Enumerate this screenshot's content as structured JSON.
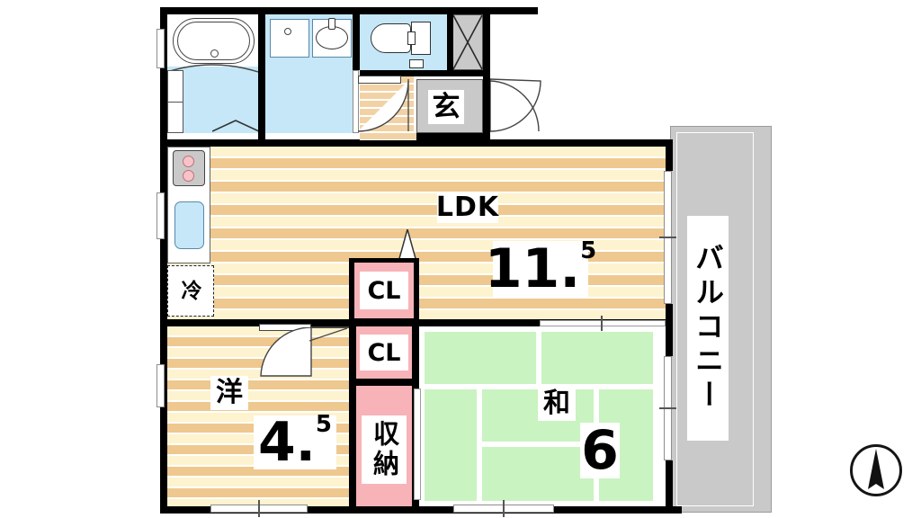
{
  "plan": {
    "type": "japanese-floor-plan",
    "title_text_present": false,
    "rooms": [
      {
        "key": "ldk",
        "label": "LDK",
        "size": "11.5",
        "size_whole": "11",
        "size_frac": "5",
        "floor": "wood",
        "note": "living-dining-kitchen"
      },
      {
        "key": "yoshitsu",
        "label": "洋",
        "size": "4.5",
        "size_whole": "4",
        "size_frac": "5",
        "floor": "wood",
        "note": "western-style room"
      },
      {
        "key": "washitsu",
        "label": "和",
        "size": "6",
        "size_whole": "6",
        "size_frac": "",
        "floor": "tatami",
        "note": "japanese tatami room"
      },
      {
        "key": "balcony",
        "label": "バルコニー",
        "size": "",
        "floor": "concrete",
        "note": "balcony"
      },
      {
        "key": "genkan",
        "label": "玄",
        "size": "",
        "floor": "tile",
        "note": "entrance"
      }
    ],
    "storage": [
      {
        "key": "cl_upper",
        "label": "CL"
      },
      {
        "key": "cl_lower",
        "label": "CL"
      },
      {
        "key": "shuno",
        "label": "収納"
      }
    ],
    "fixtures": {
      "refrigerator_label": "冷",
      "stove_name": "stove-two-burner",
      "sink_name": "kitchen-sink",
      "bathtub_name": "bathtub",
      "washbasin_name": "wash-basin",
      "washer_pan_name": "washing-machine-pan",
      "toilet_name": "toilet",
      "shoe_closet_name": "shoe-closet"
    },
    "compass": {
      "name": "north-compass",
      "direction": "north-up"
    },
    "colors": {
      "wall": "#000000",
      "tatami": "#c9f3c0",
      "closet_pink": "#f7b3b8",
      "water_blue": "#c5e7f7",
      "balcony_gray": "#c9c9c9",
      "wood_light": "#fdf3cf",
      "wood_dark": "#eec88e",
      "hall_wood": "#f2d2a5"
    }
  }
}
